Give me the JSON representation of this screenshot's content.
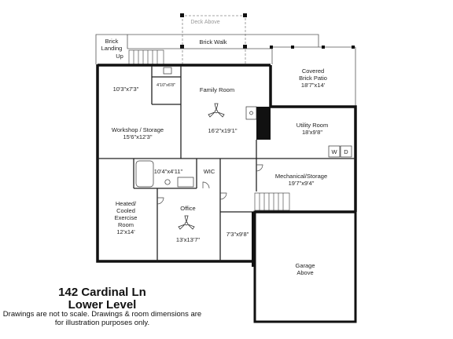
{
  "address": "142 Cardinal Ln",
  "level": "Lower Level",
  "disclaimer": "Drawings are not to scale. Drawings & room dimensions are for illustration purposes only.",
  "labels": {
    "deck_above": "Deck Above",
    "brick_walk": "Brick Walk",
    "brick_landing_1": "Brick",
    "brick_landing_2": "Landing",
    "up": "Up",
    "covered_patio_1": "Covered",
    "covered_patio_2": "Brick Patio",
    "covered_patio_dim": "18'7\"x14'",
    "small_closet_dim": "4'10\"x6'8\"",
    "closet_dim": "10'3\"x7'3\"",
    "family_room": "Family Room",
    "family_room_dim": "16'2\"x19'1\"",
    "workshop": "Workshop / Storage",
    "workshop_dim": "15'6\"x12'3\"",
    "utility": "Utility Room",
    "utility_dim": "18'x9'8\"",
    "washer": "W",
    "dryer": "D",
    "bath_dim": "10'4\"x4'11\"",
    "wic": "WIC",
    "mechanical": "Mechanical/Storage",
    "mechanical_dim": "19'7\"x9'4\"",
    "exercise_1": "Heated/",
    "exercise_2": "Cooled",
    "exercise_3": "Exercise",
    "exercise_4": "Room",
    "exercise_dim": "12'x14'",
    "office": "Office",
    "office_dim": "13'x13'7\"",
    "small_room_dim": "7'3\"x9'8\"",
    "garage_1": "Garage",
    "garage_2": "Above"
  }
}
